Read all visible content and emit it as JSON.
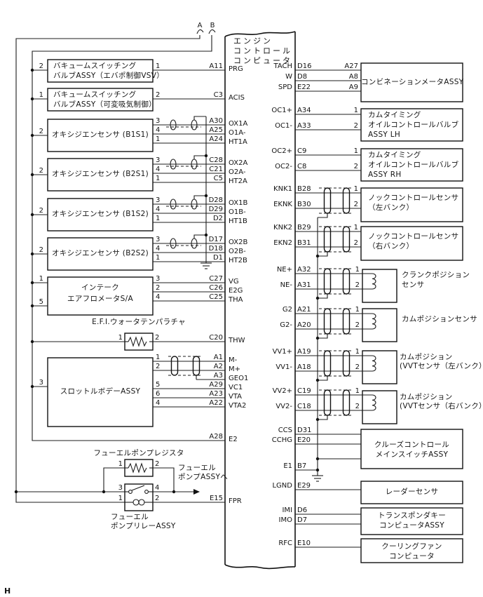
{
  "page": {
    "footer": "H"
  },
  "connectors": {
    "a": "A",
    "b": "B"
  },
  "ecu": {
    "title_lines": [
      "エンジン",
      "コントロール",
      "コンピュータ"
    ]
  },
  "ecu_left_pins": [
    {
      "code": "A11",
      "name": "PRG"
    },
    {
      "code": "C3",
      "name": "ACIS"
    },
    {
      "code": "A30",
      "name": "OX1A"
    },
    {
      "code": "A25",
      "name": "O1A-"
    },
    {
      "code": "A24",
      "name": "HT1A"
    },
    {
      "code": "C28",
      "name": "OX2A"
    },
    {
      "code": "C21",
      "name": "O2A-"
    },
    {
      "code": "C5",
      "name": "HT2A"
    },
    {
      "code": "D28",
      "name": "OX1B"
    },
    {
      "code": "D29",
      "name": "O1B-"
    },
    {
      "code": "D2",
      "name": "HT1B"
    },
    {
      "code": "D17",
      "name": "OX2B"
    },
    {
      "code": "D18",
      "name": "O2B-"
    },
    {
      "code": "D1",
      "name": "HT2B"
    },
    {
      "code": "C27",
      "name": "VG"
    },
    {
      "code": "C26",
      "name": "E2G"
    },
    {
      "code": "C25",
      "name": "THA"
    },
    {
      "code": "C20",
      "name": "THW"
    },
    {
      "code": "A1",
      "name": "M-"
    },
    {
      "code": "A2",
      "name": "M+"
    },
    {
      "code": "A3",
      "name": "GEO1"
    },
    {
      "code": "A29",
      "name": "VC1"
    },
    {
      "code": "A23",
      "name": "VTA"
    },
    {
      "code": "A22",
      "name": "VTA2"
    },
    {
      "code": "A28",
      "name": "E2"
    },
    {
      "code": "E15",
      "name": "FPR"
    }
  ],
  "ecu_right_pins": [
    {
      "name": "TACH",
      "code": "D16",
      "pin": "A27"
    },
    {
      "name": "W",
      "code": "D8",
      "pin": "A8"
    },
    {
      "name": "SPD",
      "code": "E22",
      "pin": "A9"
    },
    {
      "name": "OC1+",
      "code": "A34",
      "pin": "1"
    },
    {
      "name": "OC1-",
      "code": "A33",
      "pin": "2"
    },
    {
      "name": "OC2+",
      "code": "C9",
      "pin": "1"
    },
    {
      "name": "OC2-",
      "code": "C8",
      "pin": "2"
    },
    {
      "name": "KNK1",
      "code": "B28",
      "pin": "1"
    },
    {
      "name": "EKNK",
      "code": "B30",
      "pin": "2"
    },
    {
      "name": "KNK2",
      "code": "B29",
      "pin": "1"
    },
    {
      "name": "EKN2",
      "code": "B31",
      "pin": "2"
    },
    {
      "name": "NE+",
      "code": "A32",
      "pin": "1"
    },
    {
      "name": "NE-",
      "code": "A31",
      "pin": "2"
    },
    {
      "name": "G2",
      "code": "A21",
      "pin": "1"
    },
    {
      "name": "G2-",
      "code": "A20",
      "pin": "2"
    },
    {
      "name": "VV1+",
      "code": "A19",
      "pin": "1"
    },
    {
      "name": "VV1-",
      "code": "A18",
      "pin": "2"
    },
    {
      "name": "VV2+",
      "code": "C19",
      "pin": "1"
    },
    {
      "name": "VV2-",
      "code": "C18",
      "pin": "2"
    },
    {
      "name": "CCS",
      "code": "D31",
      "pin": ""
    },
    {
      "name": "CCHG",
      "code": "E20",
      "pin": ""
    },
    {
      "name": "E1",
      "code": "B7",
      "pin": ""
    },
    {
      "name": "LGND",
      "code": "E29",
      "pin": ""
    },
    {
      "name": "IMI",
      "code": "D6",
      "pin": ""
    },
    {
      "name": "IMO",
      "code": "D7",
      "pin": ""
    },
    {
      "name": "RFC",
      "code": "E10",
      "pin": ""
    }
  ],
  "left_components": [
    {
      "id": "vsv-evap",
      "lines": [
        "バキュームスイッチング",
        "バルブASSY（エバポ制御VSV）"
      ],
      "left_pins": [
        "2"
      ],
      "pins": [
        "1"
      ]
    },
    {
      "id": "vsv-acis",
      "lines": [
        "バキュームスイッチング",
        "バルブASSY（可変吸気制御）"
      ],
      "left_pins": [
        "1"
      ],
      "pins": [
        "2"
      ]
    },
    {
      "id": "o2-b1s1",
      "lines": [
        "オキシジエンセンサ (B1S1)"
      ],
      "left_pins": [
        "2"
      ],
      "pins": [
        "3",
        "4",
        "1"
      ]
    },
    {
      "id": "o2-b2s1",
      "lines": [
        "オキシジエンセンサ (B2S1)"
      ],
      "left_pins": [
        "2"
      ],
      "pins": [
        "3",
        "4",
        "1"
      ]
    },
    {
      "id": "o2-b1s2",
      "lines": [
        "オキシジエンセンサ (B1S2)"
      ],
      "left_pins": [
        "2"
      ],
      "pins": [
        "3",
        "4",
        "1"
      ]
    },
    {
      "id": "o2-b2s2",
      "lines": [
        "オキシジエンセンサ (B2S2)"
      ],
      "left_pins": [
        "2"
      ],
      "pins": [
        "3",
        "4",
        "1"
      ]
    },
    {
      "id": "intake-air-flow-meter",
      "lines": [
        "インテーク",
        "エアフロメータS/A"
      ],
      "left_pins": [
        "1",
        "5"
      ],
      "pins": [
        "3",
        "2",
        "4"
      ]
    },
    {
      "id": "efi-water-temp-sensor",
      "lines": [
        "E.F.I.ウォータテンパラチャ"
      ],
      "left_pins": [
        "1"
      ],
      "pins": [
        "2"
      ]
    },
    {
      "id": "throttle-body",
      "lines": [
        "スロットルボデーASSY"
      ],
      "left_pins": [
        "3"
      ],
      "pins": [
        "1",
        "2",
        "",
        "5",
        "6",
        "4"
      ]
    },
    {
      "id": "fuel-pump-resistor",
      "lines": [
        "フューエルポンプレジスタ"
      ],
      "left_pins": [
        "1"
      ],
      "pins": [
        "2"
      ]
    },
    {
      "id": "fuel-pump-relay",
      "lines": [
        "フューエル",
        "ポンプリレーASSY"
      ],
      "switch_pins": [
        "3",
        "4"
      ],
      "coil_pins": [
        "1",
        "2"
      ]
    }
  ],
  "fuel_pump_arrow": {
    "lines": [
      "フューエル",
      "ポンプASSYへ"
    ]
  },
  "right_components": [
    {
      "id": "combination-meter",
      "lines": [
        "コンビネーションメータASSY"
      ]
    },
    {
      "id": "cam-timing-ocv-lh",
      "lines": [
        "カムタイミング",
        "オイルコントロールバルブ",
        "ASSY LH"
      ]
    },
    {
      "id": "cam-timing-ocv-rh",
      "lines": [
        "カムタイミング",
        "オイルコントロールバルブ",
        "ASSY RH"
      ]
    },
    {
      "id": "knock-sensor-left",
      "lines": [
        "ノックコントロールセンサ",
        "（左バンク）"
      ]
    },
    {
      "id": "knock-sensor-right",
      "lines": [
        "ノックコントロールセンサ",
        "（右バンク）"
      ]
    },
    {
      "id": "crank-position-sensor",
      "lines": [
        "クランクポジション",
        "センサ"
      ]
    },
    {
      "id": "cam-position-sensor",
      "lines": [
        "カムポジションセンサ"
      ]
    },
    {
      "id": "cam-position-vvt-left",
      "lines": [
        "カムポジション",
        "(VVTセンサ（左バンク）)"
      ]
    },
    {
      "id": "cam-position-vvt-right",
      "lines": [
        "カムポジション",
        "(VVTセンサ（右バンク）)"
      ]
    },
    {
      "id": "cruise-control-main-switch",
      "lines": [
        "クルーズコントロール",
        "メインスイッチASSY"
      ]
    },
    {
      "id": "radar-sensor",
      "lines": [
        "レーダーセンサ"
      ]
    },
    {
      "id": "transponder-key-computer",
      "lines": [
        "トランスポンダキー",
        "コンピュータASSY"
      ]
    },
    {
      "id": "cooling-fan-computer",
      "lines": [
        "クーリングファン",
        "コンピュータ"
      ]
    }
  ]
}
